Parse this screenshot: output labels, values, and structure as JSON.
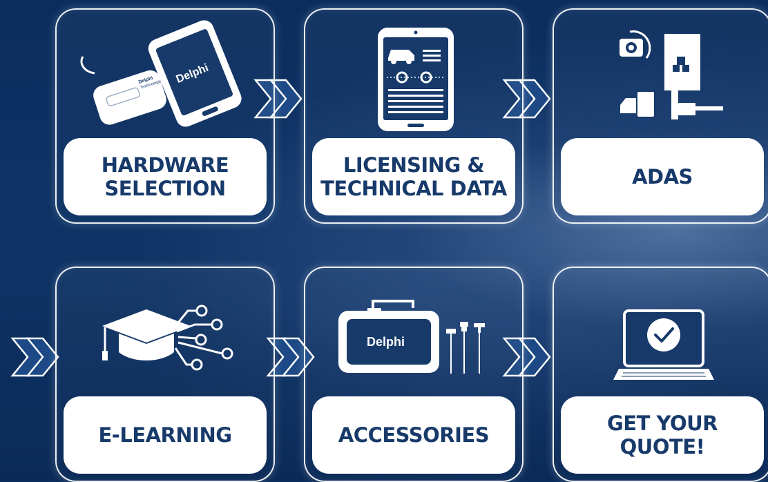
{
  "colors": {
    "background": "#0c2f62",
    "card_border": "#ffffff",
    "label_bg": "#ffffff",
    "label_text": "#173a6a"
  },
  "cards": [
    {
      "label": "HARDWARE\nSELECTION",
      "icon": "device-tablet-icon",
      "brand": "Delphi"
    },
    {
      "label": "LICENSING &\nTECHNICAL DATA",
      "icon": "tablet-data-icon"
    },
    {
      "label": "ADAS",
      "icon": "adas-calibration-icon"
    },
    {
      "label": "E-LEARNING",
      "icon": "graduation-cap-circuit-icon"
    },
    {
      "label": "ACCESSORIES",
      "icon": "toolcase-cables-icon",
      "brand": "Delphi"
    },
    {
      "label": "GET YOUR\nQUOTE!",
      "icon": "laptop-check-icon"
    }
  ]
}
